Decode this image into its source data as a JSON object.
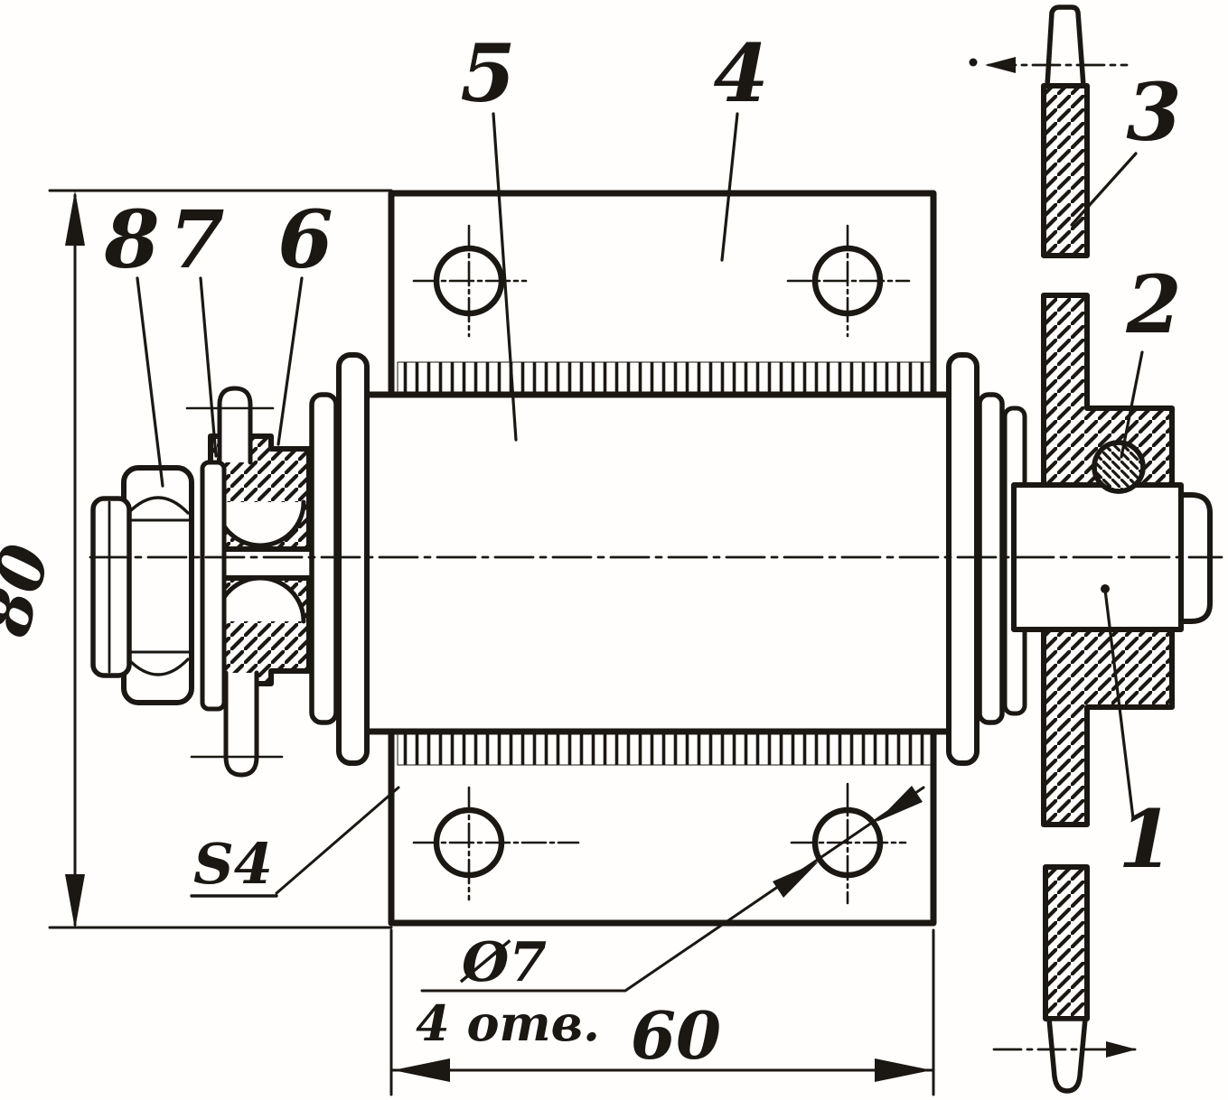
{
  "drawing": {
    "kind": "engineering-section-drawing",
    "language": "ru",
    "subject": "hub-with-sprocket-assembly"
  },
  "colors": {
    "ink": "#1b1713",
    "paper": "#fffefc"
  },
  "callouts": [
    {
      "label": "1"
    },
    {
      "label": "2"
    },
    {
      "label": "3"
    },
    {
      "label": "4"
    },
    {
      "label": "5"
    },
    {
      "label": "6"
    },
    {
      "label": "7"
    },
    {
      "label": "8"
    }
  ],
  "dimensions": {
    "overall_height": "80",
    "plate_length": "60",
    "hole_spec_top": "Ø7",
    "hole_spec_bottom": "4 отв.",
    "sheet_thickness": "S4"
  }
}
